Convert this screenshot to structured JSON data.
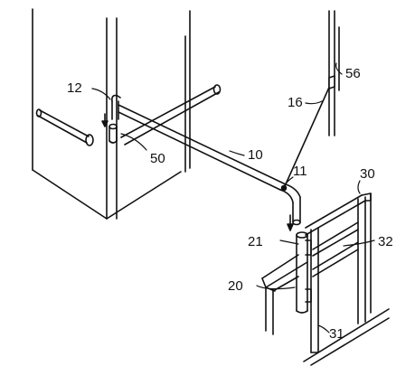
{
  "labels": {
    "l12": "12",
    "l50": "50",
    "l10": "10",
    "l16": "16",
    "l56": "56",
    "l11": "11",
    "l30": "30",
    "l21": "21",
    "l32": "32",
    "l20": "20",
    "l31": "31"
  },
  "colors": {
    "ink": "#111111",
    "paper": "#ffffff"
  }
}
